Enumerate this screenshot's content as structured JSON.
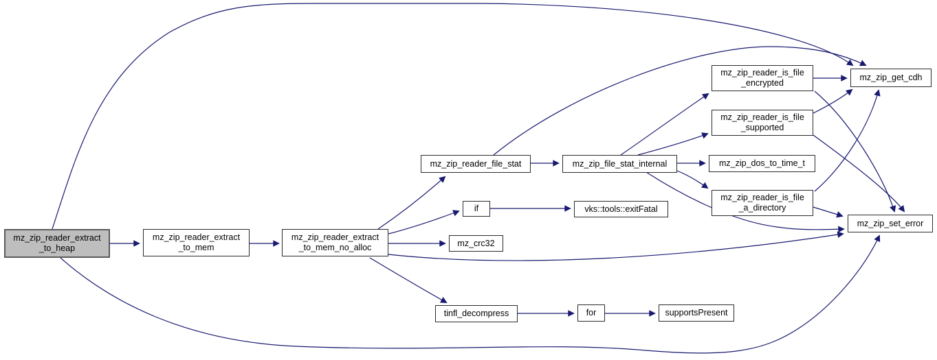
{
  "diagram": {
    "type": "doxygen-call-graph",
    "colors": {
      "edge": "#191970",
      "node_fill": "#ffffff",
      "node_border": "#2a2a2a",
      "highlight_fill": "#bebebe",
      "highlight_border": "#5a5a5a"
    },
    "nodes": [
      {
        "id": "extract_to_heap",
        "label": "mz_zip_reader_extract\n_to_heap",
        "highlighted": true
      },
      {
        "id": "extract_to_mem",
        "label": "mz_zip_reader_extract\n_to_mem"
      },
      {
        "id": "extract_to_mem_no_alloc",
        "label": "mz_zip_reader_extract\n_to_mem_no_alloc"
      },
      {
        "id": "reader_file_stat",
        "label": "mz_zip_reader_file_stat"
      },
      {
        "id": "file_stat_internal",
        "label": "mz_zip_file_stat_internal"
      },
      {
        "id": "if",
        "label": "if"
      },
      {
        "id": "exit_fatal",
        "label": "vks::tools::exitFatal"
      },
      {
        "id": "mz_crc32",
        "label": "mz_crc32"
      },
      {
        "id": "tinfl_decompress",
        "label": "tinfl_decompress"
      },
      {
        "id": "for",
        "label": "for"
      },
      {
        "id": "supports_present",
        "label": "supportsPresent"
      },
      {
        "id": "is_file_encrypted",
        "label": "mz_zip_reader_is_file\n_encrypted"
      },
      {
        "id": "is_file_supported",
        "label": "mz_zip_reader_is_file\n_supported"
      },
      {
        "id": "dos_to_time_t",
        "label": "mz_zip_dos_to_time_t"
      },
      {
        "id": "is_file_a_directory",
        "label": "mz_zip_reader_is_file\n_a_directory"
      },
      {
        "id": "get_cdh",
        "label": "mz_zip_get_cdh"
      },
      {
        "id": "set_error",
        "label": "mz_zip_set_error"
      }
    ],
    "edges": [
      {
        "from": "extract_to_heap",
        "to": "extract_to_mem"
      },
      {
        "from": "extract_to_heap",
        "to": "get_cdh"
      },
      {
        "from": "extract_to_heap",
        "to": "set_error"
      },
      {
        "from": "extract_to_mem",
        "to": "extract_to_mem_no_alloc"
      },
      {
        "from": "extract_to_mem_no_alloc",
        "to": "reader_file_stat"
      },
      {
        "from": "extract_to_mem_no_alloc",
        "to": "if"
      },
      {
        "from": "extract_to_mem_no_alloc",
        "to": "mz_crc32"
      },
      {
        "from": "extract_to_mem_no_alloc",
        "to": "tinfl_decompress"
      },
      {
        "from": "extract_to_mem_no_alloc",
        "to": "set_error"
      },
      {
        "from": "reader_file_stat",
        "to": "file_stat_internal"
      },
      {
        "from": "reader_file_stat",
        "to": "get_cdh"
      },
      {
        "from": "file_stat_internal",
        "to": "is_file_encrypted"
      },
      {
        "from": "file_stat_internal",
        "to": "is_file_supported"
      },
      {
        "from": "file_stat_internal",
        "to": "dos_to_time_t"
      },
      {
        "from": "file_stat_internal",
        "to": "is_file_a_directory"
      },
      {
        "from": "file_stat_internal",
        "to": "set_error"
      },
      {
        "from": "if",
        "to": "exit_fatal"
      },
      {
        "from": "tinfl_decompress",
        "to": "for"
      },
      {
        "from": "for",
        "to": "supports_present"
      },
      {
        "from": "is_file_encrypted",
        "to": "get_cdh"
      },
      {
        "from": "is_file_encrypted",
        "to": "set_error"
      },
      {
        "from": "is_file_supported",
        "to": "get_cdh"
      },
      {
        "from": "is_file_supported",
        "to": "set_error"
      },
      {
        "from": "is_file_a_directory",
        "to": "get_cdh"
      },
      {
        "from": "is_file_a_directory",
        "to": "set_error"
      }
    ]
  }
}
